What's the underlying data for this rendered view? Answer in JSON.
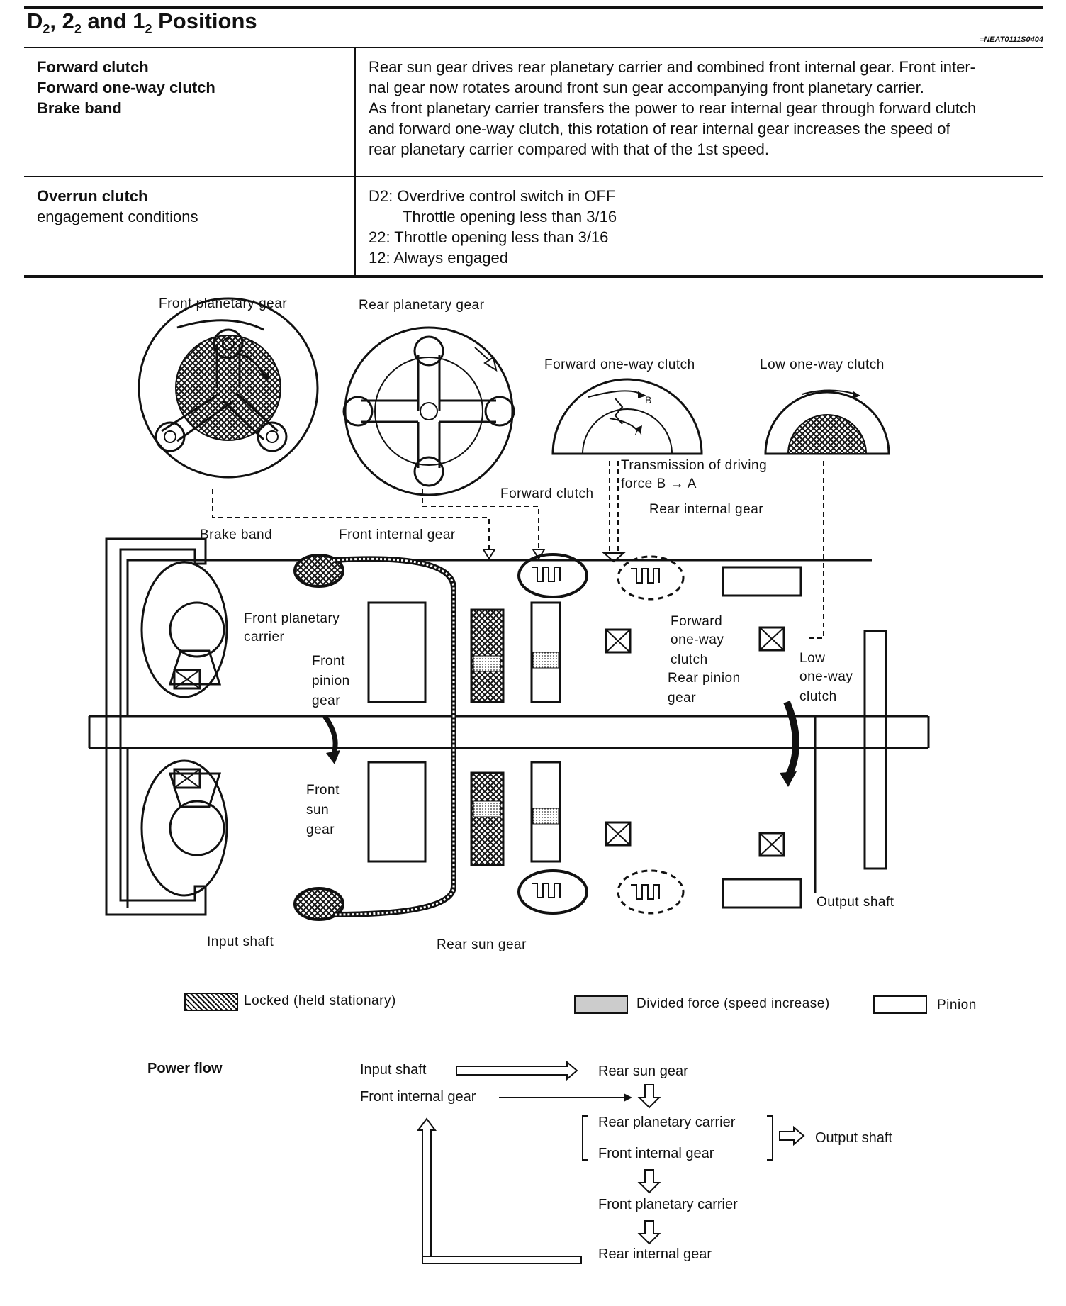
{
  "header": {
    "title": "D2, 22 and 12 Positions",
    "ref": "=NEAT0111S0404"
  },
  "table": {
    "row1_left": [
      "Forward clutch",
      "Forward one-way clutch",
      "Brake band"
    ],
    "row1_right": [
      "Rear sun gear drives rear planetary carrier and combined front internal gear. Front inter-",
      "nal gear now rotates around front sun gear accompanying front planetary carrier.",
      "As front planetary carrier transfers the power to rear internal gear through forward clutch",
      "and forward one-way clutch, this rotation of rear internal gear increases the speed of",
      "rear planetary carrier compared with that of the 1st speed."
    ],
    "row2_left_bold": "Overrun clutch",
    "row2_left": "engagement conditions",
    "row2_right": [
      "D2: Overdrive control switch in OFF",
      "Throttle opening less than 3/16",
      "22: Throttle opening less than 3/16",
      "12: Always engaged"
    ]
  },
  "diagram": {
    "front_planetary_gear": "Front planetary gear",
    "rear_planetary_gear": "Rear planetary gear",
    "forward_one_way_clutch": "Forward one-way clutch",
    "low_one_way_clutch": "Low one-way clutch",
    "transmission_line1": "Transmission of driving",
    "transmission_line2": "force B → A",
    "forward_clutch": "Forward clutch",
    "rear_internal_gear": "Rear internal gear",
    "brake_band": "Brake band",
    "front_internal_gear": "Front internal gear",
    "front_planetary_carrier_1": "Front planetary",
    "front_planetary_carrier_2": "carrier",
    "front_pinion_1": "Front",
    "front_pinion_2": "pinion",
    "front_pinion_3": "gear",
    "forward_owc_1": "Forward",
    "forward_owc_2": "one-way",
    "forward_owc_3": "clutch",
    "rear_pinion_1": "Rear pinion",
    "rear_pinion_2": "gear",
    "low_1": "Low",
    "low_2": "one-way",
    "low_3": "clutch",
    "front_sun_1": "Front",
    "front_sun_2": "sun",
    "front_sun_3": "gear",
    "input_shaft": "Input shaft",
    "rear_sun_gear": "Rear sun gear",
    "output_shaft": "Output shaft",
    "label_A": "A",
    "label_B": "B"
  },
  "legend": {
    "locked": "Locked (held stationary)",
    "divided": "Divided force (speed increase)",
    "pinion": "Pinion"
  },
  "power_flow": {
    "title": "Power flow",
    "input_shaft": "Input shaft",
    "rear_sun_gear": "Rear sun gear",
    "front_internal_gear": "Front internal gear",
    "rear_planetary_carrier": "Rear planetary carrier",
    "front_internal_gear_2": "Front internal gear",
    "output_shaft": "Output shaft",
    "front_planetary_carrier": "Front planetary carrier",
    "rear_internal_gear": "Rear internal gear"
  }
}
